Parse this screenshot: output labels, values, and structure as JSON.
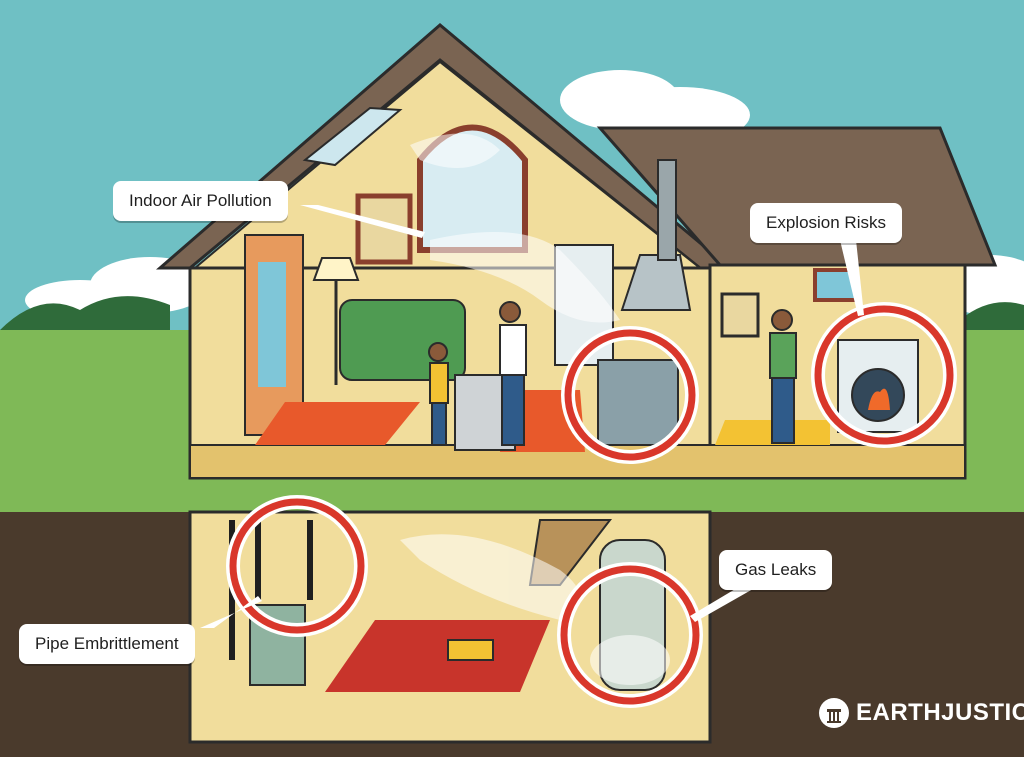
{
  "callouts": {
    "indoor_air": "Indoor Air Pollution",
    "explosion": "Explosion Risks",
    "gas_leaks": "Gas Leaks",
    "pipe": "Pipe Embrittlement"
  },
  "brand": {
    "name": "EARTHJUSTICE"
  },
  "colors": {
    "sky": "#6fc0c4",
    "grass": "#7fb957",
    "soil": "#4a3a2c",
    "wall": "#f1dd9c",
    "roof": "#7a6452",
    "highlight_ring": "#d9372b",
    "rug_orange": "#e8592b",
    "rug_yellow": "#f3c233"
  },
  "icons": [
    "globe-pillar-icon"
  ]
}
